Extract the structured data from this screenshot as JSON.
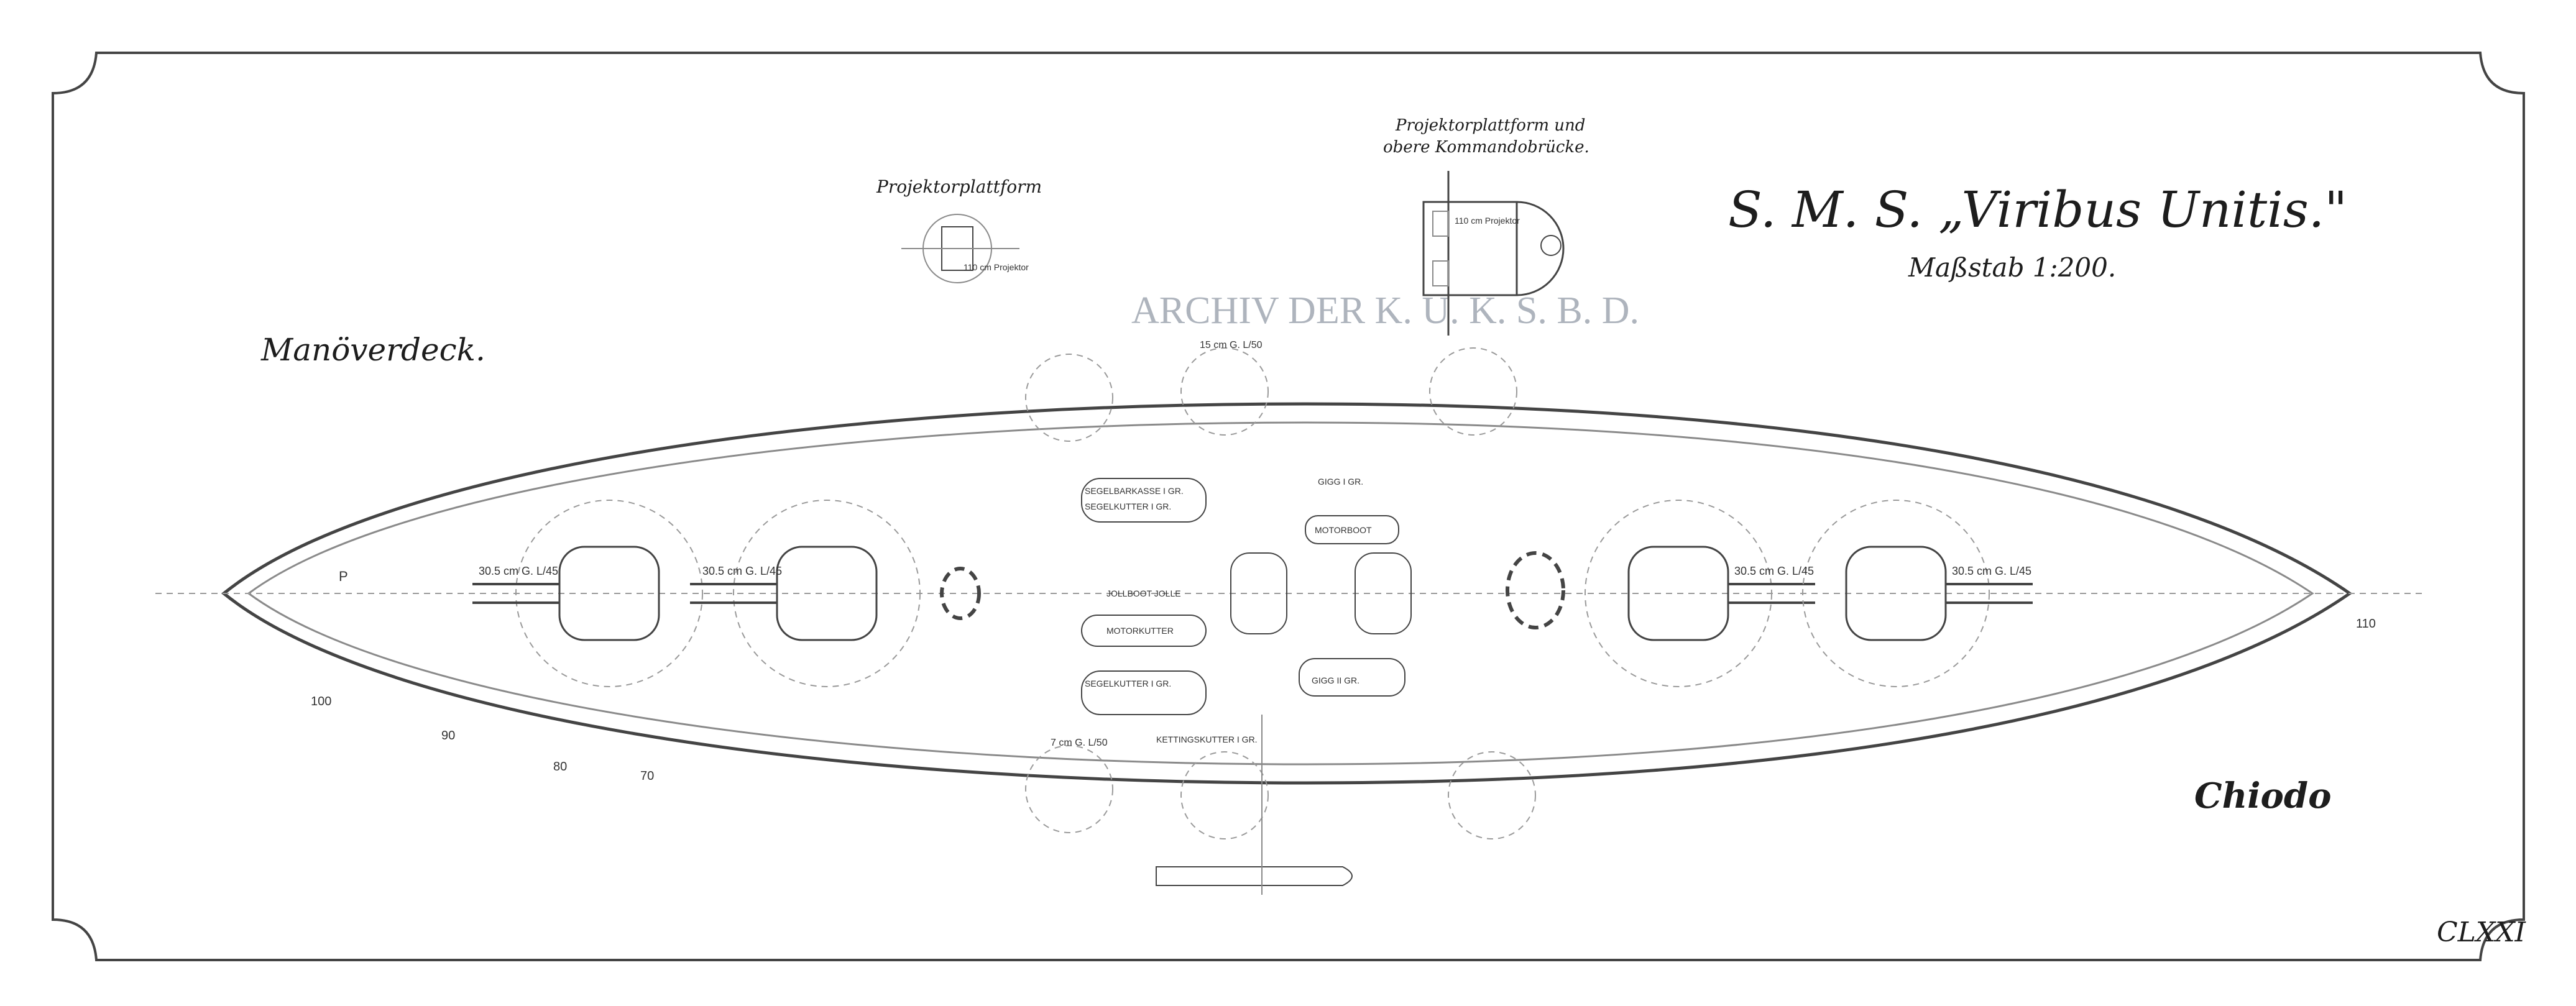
{
  "title": "S. M. S. „Viribus Unitis.\"",
  "scale": "Maßstab 1:200.",
  "deck_label": "Manöverdeck.",
  "stamp": "ARCHIV DER K. U. K. S. B. D.",
  "insets": {
    "left_title": "Projektorplattform",
    "right_title_line1": "Projektorplattform und",
    "right_title_line2": "obere Kommandobrücke."
  },
  "sheet_number": "CLXXI",
  "signature": "Chiodo",
  "frame_marks": {
    "bow": "110",
    "stern": "P",
    "f100": "100",
    "f90": "90",
    "f80": "80",
    "f70": "70"
  },
  "gun_labels": {
    "g30a": "30.5 cm G. L/45",
    "g30b": "30.5 cm G. L/45",
    "g30c": "30.5 cm G. L/45",
    "g30d": "30.5 cm G. L/45",
    "g15": "15 cm G. L/50",
    "g7": "7 cm G. L/50"
  },
  "boat_labels": {
    "b1": "SEGELBARKASSE I GR.",
    "b2": "SEGELKUTTER I GR.",
    "b3": "MOTORKUTTER",
    "b4": "JOLLBOOT JOLLE",
    "b5": "MOTORBOOT",
    "b6": "GIGG I GR.",
    "b7": "SEGELKUTTER I GR.",
    "b8": "KETTINGSKUTTER I GR.",
    "b9": "GIGG II GR."
  },
  "projector_label": "110 cm Projektor"
}
